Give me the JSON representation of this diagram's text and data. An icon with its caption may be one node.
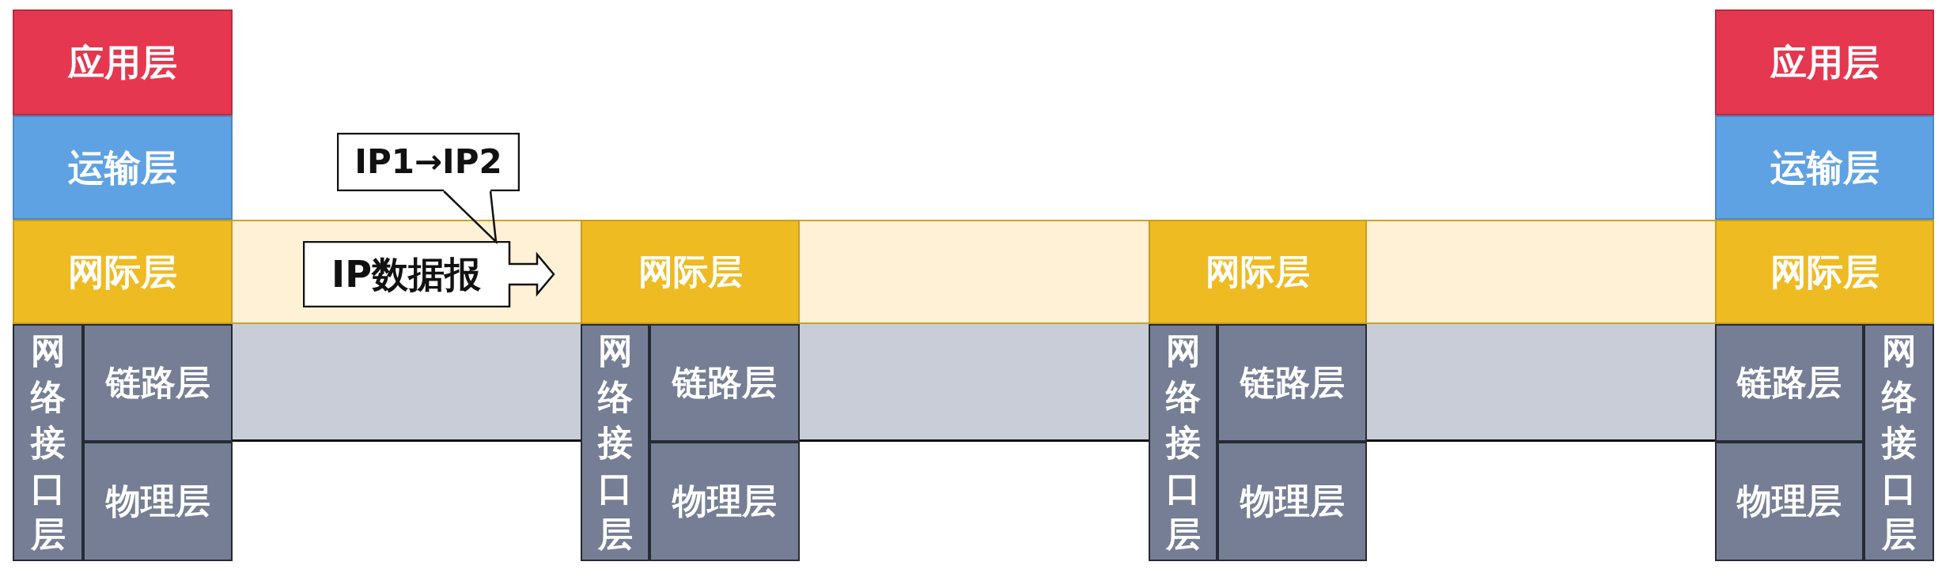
{
  "diagram": {
    "nodes": [
      {
        "text": [
          "应用层"
        ]
      },
      {
        "text": [
          "运输层"
        ]
      },
      {
        "text": [
          "网际层"
        ]
      },
      {
        "text": [
          "网络接口层"
        ]
      },
      {
        "text": [
          "链路层"
        ]
      },
      {
        "text": [
          "物理层"
        ]
      },
      {
        "text": [],
        "shape": "band"
      },
      {
        "text": [],
        "shape": "band"
      },
      {
        "text": [
          "IP1→IP2"
        ]
      },
      {
        "text": [
          "IP数据报"
        ],
        "in": 6
      },
      {
        "text": [
          "网际层"
        ]
      },
      {
        "text": [
          "网络接口层"
        ]
      },
      {
        "text": [
          "链路层"
        ]
      },
      {
        "text": [
          "物理层"
        ]
      },
      {
        "text": [],
        "shape": "band"
      },
      {
        "text": [],
        "shape": "band"
      },
      {
        "text": [
          "网际层"
        ]
      },
      {
        "text": [
          "网络接口层"
        ]
      },
      {
        "text": [
          "链路层"
        ]
      },
      {
        "text": [
          "物理层"
        ]
      },
      {
        "text": [],
        "shape": "band"
      },
      {
        "text": [],
        "shape": "band"
      },
      {
        "text": [
          "应用层"
        ]
      },
      {
        "text": [
          "运输层"
        ]
      },
      {
        "text": [
          "网际层"
        ]
      },
      {
        "text": [
          "链路层"
        ]
      },
      {
        "text": [
          "物理层"
        ]
      },
      {
        "text": [
          "网络接口层"
        ]
      }
    ],
    "edges": [
      {
        "from": 8,
        "to": 9,
        "arrow": "to"
      }
    ]
  }
}
